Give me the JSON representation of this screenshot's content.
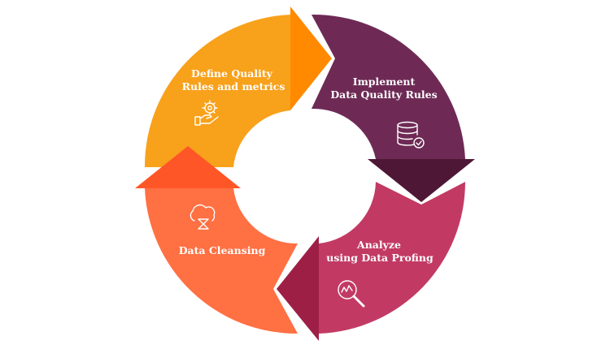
{
  "diagram": {
    "segments": [
      {
        "id": "define",
        "lines": [
          "Define Quality",
          "Rules and metrics"
        ],
        "icon": "gear-hand-icon",
        "color": "#F8A11B",
        "arrow_color": "#FF8A00"
      },
      {
        "id": "implement",
        "lines": [
          "Implement",
          "Data Quality Rules"
        ],
        "icon": "database-check-icon",
        "color": "#6E2A55",
        "arrow_color": "#4E1735"
      },
      {
        "id": "analyze",
        "lines": [
          "Analyze",
          "using Data Profing"
        ],
        "icon": "magnifier-chart-icon",
        "color": "#C23A63",
        "arrow_color": "#9E1F45"
      },
      {
        "id": "cleansing",
        "lines": [
          "Data Cleansing"
        ],
        "icon": "cloud-hourglass-icon",
        "color": "#FF7043",
        "arrow_color": "#FF5628"
      }
    ]
  }
}
